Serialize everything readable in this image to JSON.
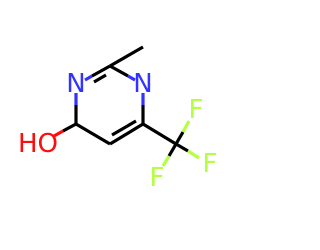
{
  "molecule": {
    "atoms": {
      "n1": "N",
      "n3": "N",
      "ho": "HO",
      "f_right": "F",
      "f_bottom": "F",
      "f_top": "F"
    }
  },
  "colors": {
    "bond": "#000000",
    "nitrogen": "#3333ff",
    "oxygen": "#ff0d0d",
    "fluorine": "#b3ff40",
    "background": "#ffffff"
  }
}
